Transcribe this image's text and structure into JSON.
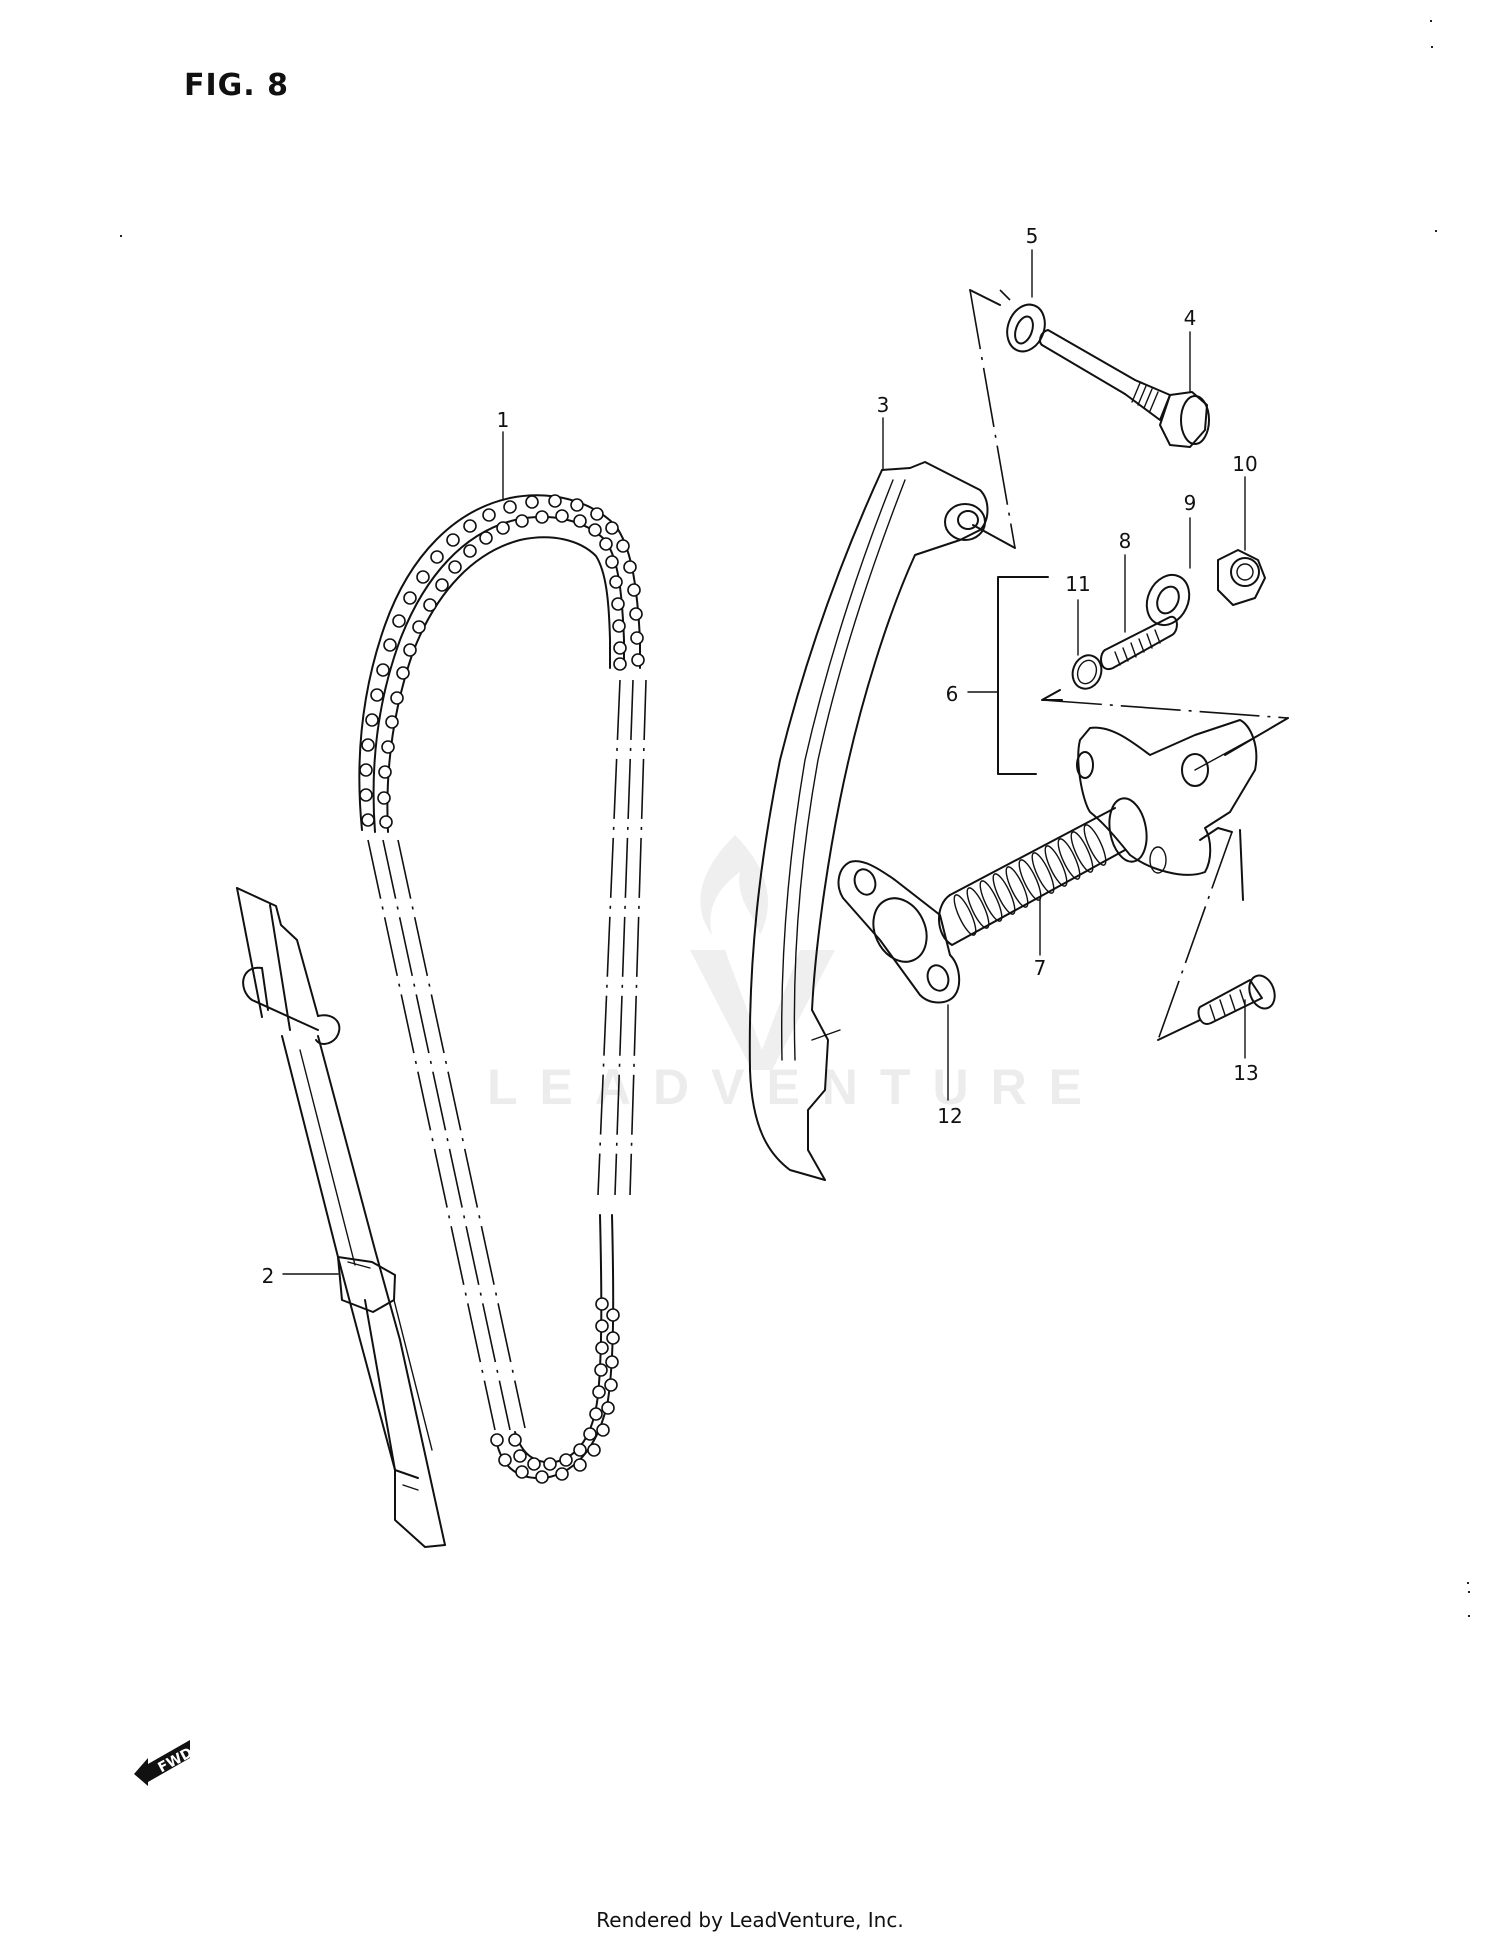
{
  "figure": {
    "title": "FIG. 8",
    "watermark_text": "LEADVENTURE",
    "direction_marker": "FWD",
    "footer": "Rendered by LeadVenture, Inc."
  },
  "parts": [
    {
      "ref": "1",
      "name": "cam-chain"
    },
    {
      "ref": "2",
      "name": "chain-guide"
    },
    {
      "ref": "3",
      "name": "tensioner-arm"
    },
    {
      "ref": "4",
      "name": "bolt"
    },
    {
      "ref": "5",
      "name": "washer"
    },
    {
      "ref": "6",
      "name": "tensioner-assembly"
    },
    {
      "ref": "7",
      "name": "tensioner-spring-plunger"
    },
    {
      "ref": "8",
      "name": "adjuster-screw"
    },
    {
      "ref": "9",
      "name": "washer"
    },
    {
      "ref": "10",
      "name": "nut"
    },
    {
      "ref": "11",
      "name": "o-ring"
    },
    {
      "ref": "12",
      "name": "gasket"
    },
    {
      "ref": "13",
      "name": "bolt"
    }
  ],
  "callouts": {
    "c1": "1",
    "c2": "2",
    "c3": "3",
    "c4": "4",
    "c5": "5",
    "c6": "6",
    "c7": "7",
    "c8": "8",
    "c9": "9",
    "c10": "10",
    "c11": "11",
    "c12": "12",
    "c13": "13"
  }
}
